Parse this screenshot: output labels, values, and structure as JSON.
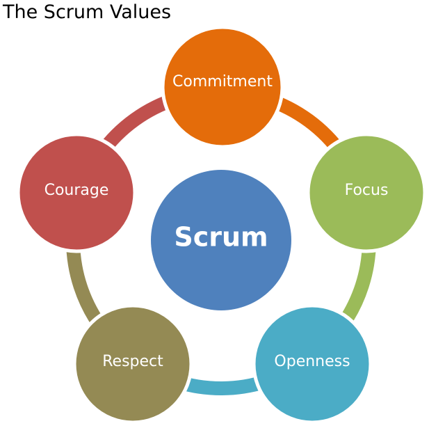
{
  "title": "The Scrum Values",
  "center": {
    "label": "Scrum",
    "color": "#4f81bd"
  },
  "values": [
    {
      "label": "Commitment",
      "color": "#e46c0a",
      "connector_color": "#e46c0a"
    },
    {
      "label": "Focus",
      "color": "#9bbb59",
      "connector_color": "#9bbb59"
    },
    {
      "label": "Openness",
      "color": "#4bacc6",
      "connector_color": "#4bacc6"
    },
    {
      "label": "Respect",
      "color": "#948a54",
      "connector_color": "#948a54"
    },
    {
      "label": "Courage",
      "color": "#c0504d",
      "connector_color": "#c0504d"
    }
  ]
}
